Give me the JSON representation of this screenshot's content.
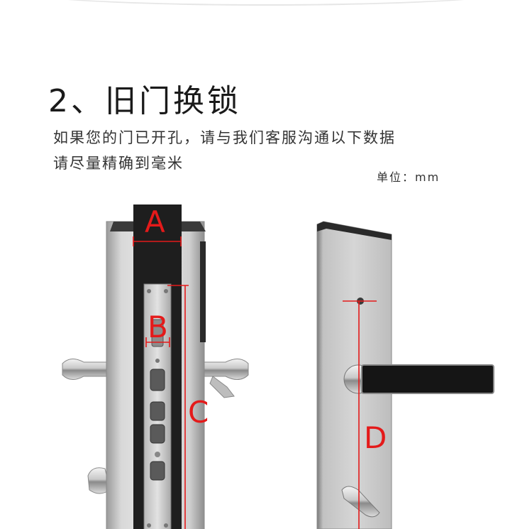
{
  "title": "2、旧门换锁",
  "description": {
    "line1": "如果您的门已开孔，请与我们客服沟通以下数据",
    "line2": "请尽量精确到毫米"
  },
  "unit_label": "单位：mm",
  "dimensions": {
    "a": "A",
    "b": "B",
    "c": "C",
    "d": "D"
  },
  "colors": {
    "annotation": "#e41a1a",
    "panel_steel": "#c9c9c9",
    "faceplate_black": "#1e1e1e"
  }
}
